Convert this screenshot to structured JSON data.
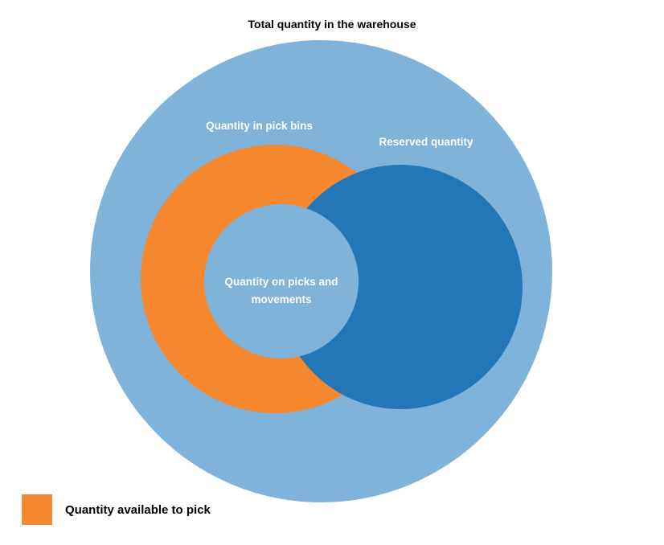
{
  "title": "Total quantity in the warehouse",
  "labels": {
    "pick_bins": "Quantity in pick bins",
    "reserved": "Reserved quantity",
    "center": "Quantity on picks and movements"
  },
  "legend": {
    "label": "Quantity available to pick"
  },
  "colors": {
    "outer_circle": "#7FB3DA",
    "reserved_circle": "#2377B6",
    "pick_bins_circle": "#F6892F",
    "white_label_text": "#FFFFFF",
    "title_text": "#000000"
  }
}
